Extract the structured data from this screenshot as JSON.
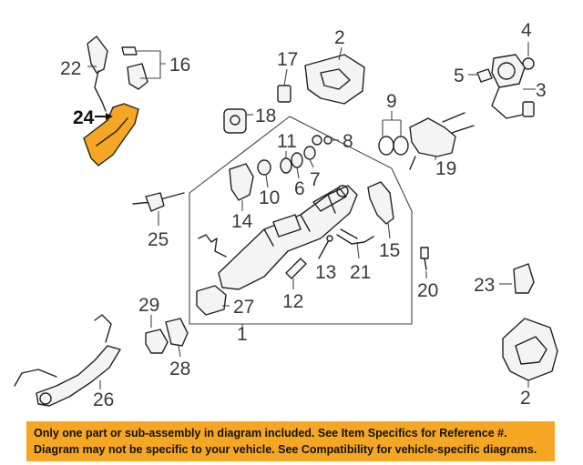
{
  "callouts": {
    "c1": "1",
    "c2a": "2",
    "c2b": "2",
    "c3": "3",
    "c4": "4",
    "c5": "5",
    "c6": "6",
    "c7": "7",
    "c8": "8",
    "c9": "9",
    "c10": "10",
    "c11": "11",
    "c12": "12",
    "c13": "13",
    "c14": "14",
    "c15": "15",
    "c16": "16",
    "c17": "17",
    "c18": "18",
    "c19": "19",
    "c20": "20",
    "c21": "21",
    "c22": "22",
    "c23": "23",
    "c24": "24",
    "c25": "25",
    "c26": "26",
    "c27": "27",
    "c28": "28",
    "c29": "29"
  },
  "highlight": {
    "part": "24",
    "color": "#f5a623"
  },
  "notice": {
    "line1": "Only one part or sub-assembly in diagram included. See Item Specifics for Reference #.",
    "line2": "Diagram may not be specific to your vehicle. See Compatibility for vehicle-specific diagrams.",
    "background": "#f5a623"
  }
}
